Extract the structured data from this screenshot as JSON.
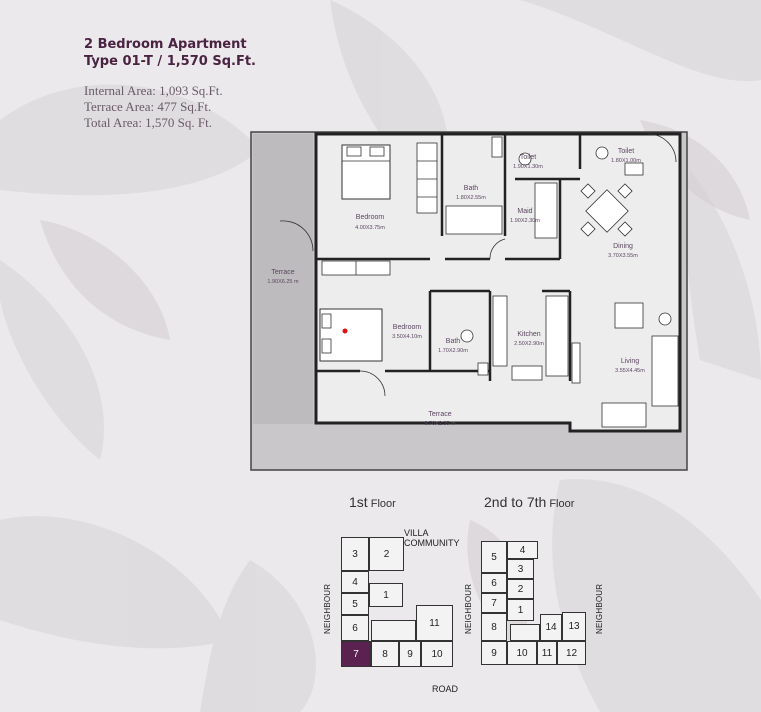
{
  "title": {
    "line1": "2 Bedroom Apartment",
    "line2": "Type 01-T / 1,570 Sq.Ft."
  },
  "areas": {
    "internal": "Internal Area: 1,093 Sq.Ft.",
    "terrace": "Terrace Area: 477 Sq.Ft.",
    "total": "Total Area: 1,570 Sq. Ft."
  },
  "rooms": {
    "bedroom1": {
      "name": "Bedroom",
      "dim": "4.00X3.75m"
    },
    "bath1": {
      "name": "Bath",
      "dim": "1.80X2.55m"
    },
    "toilet1": {
      "name": "Toilet",
      "dim": "1.90X1.30m"
    },
    "maid": {
      "name": "Maid",
      "dim": "1.90X2.30m"
    },
    "toilet2": {
      "name": "Toilet",
      "dim": "1.80X1.00m"
    },
    "dining": {
      "name": "Dining",
      "dim": "3.70X3.55m"
    },
    "terrace_side": {
      "name": "Terrace",
      "dim": "1.90X6.25 m"
    },
    "bedroom2": {
      "name": "Bedroom",
      "dim": "3.50X4.10m"
    },
    "bath2": {
      "name": "Bath",
      "dim": "1.70X2.90m"
    },
    "kitchen": {
      "name": "Kitchen",
      "dim": "2.50X2.90m"
    },
    "living": {
      "name": "Living",
      "dim": "3.55X4.45m"
    },
    "terrace_front": {
      "name": "Terrace",
      "dim": "9.70X2.35 m"
    }
  },
  "floors": {
    "first": {
      "title_main": "1st",
      "title_suffix": " Floor"
    },
    "upper": {
      "title_main": "2nd to 7th",
      "title_suffix": " Floor"
    }
  },
  "map_labels": {
    "villa": "VILLA COMMUNITY",
    "neighbour": "NEIGHBOUR",
    "road": "ROAD"
  },
  "units_first": [
    "3",
    "2",
    "4",
    "1",
    "5",
    "6",
    "7",
    "8",
    "9",
    "10",
    "11"
  ],
  "units_upper": [
    "5",
    "4",
    "3",
    "6",
    "2",
    "7",
    "1",
    "8",
    "14",
    "13",
    "9",
    "10",
    "11",
    "12"
  ],
  "colors": {
    "brand": "#5b2150",
    "title": "#4a2242"
  }
}
